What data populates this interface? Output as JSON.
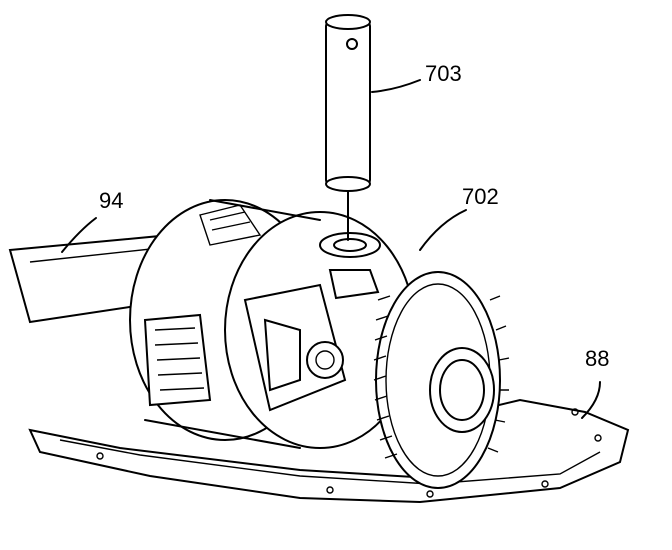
{
  "callouts": {
    "tool_pin": "703",
    "differential_case": "702",
    "axle_shaft": "94",
    "cover_gasket": "88"
  }
}
